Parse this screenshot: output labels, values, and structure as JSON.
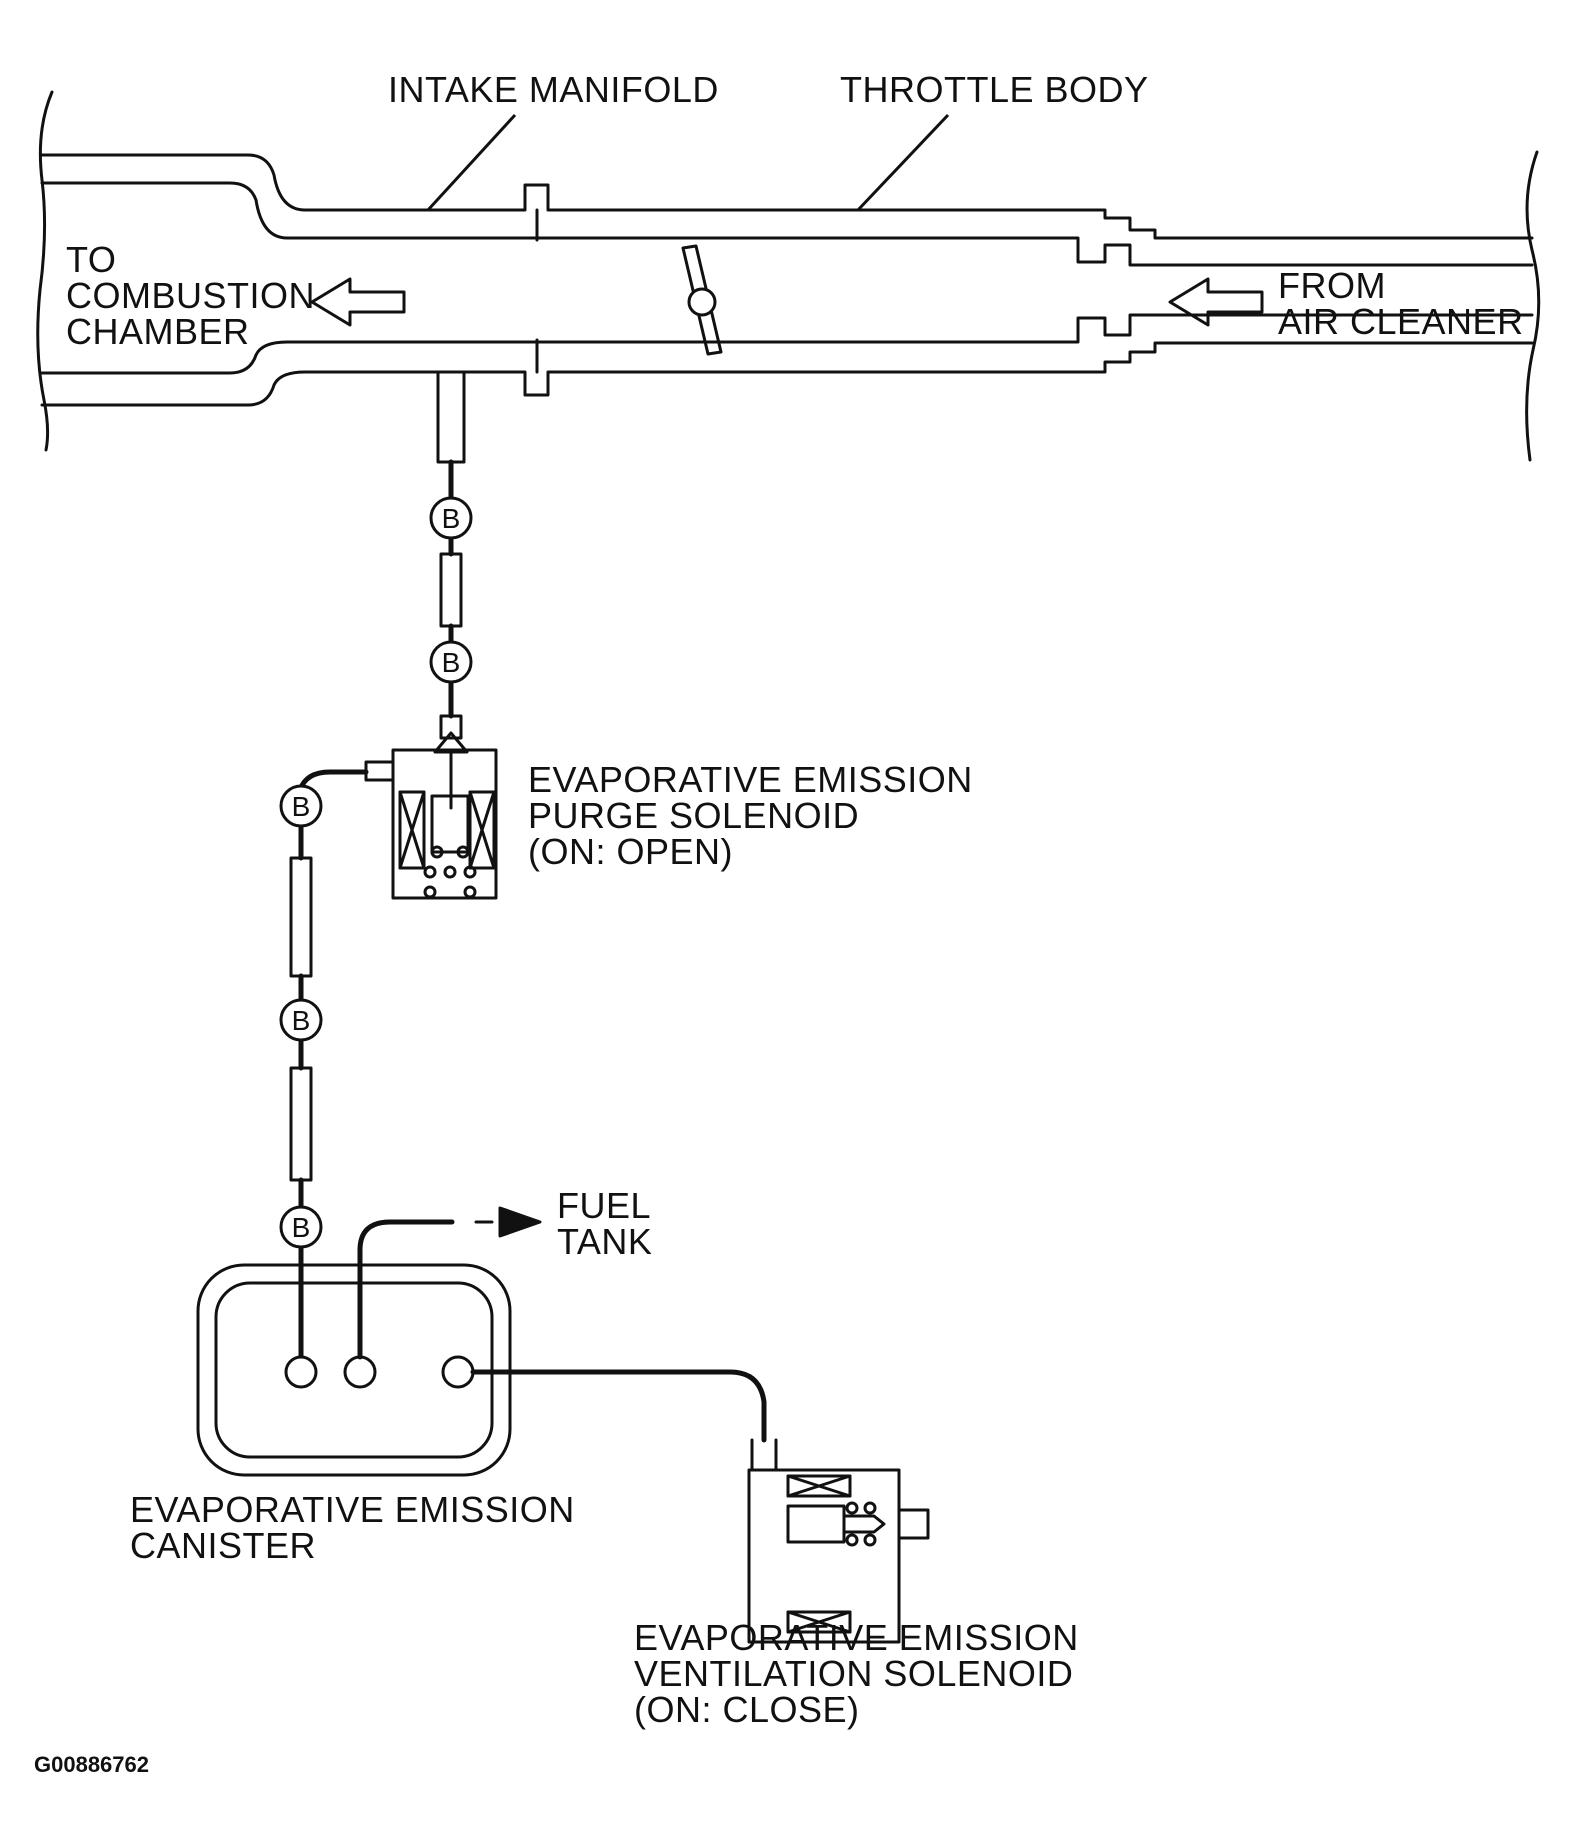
{
  "labels": {
    "intake_manifold": "INTAKE MANIFOLD",
    "throttle_body": "THROTTLE BODY",
    "to_combustion": [
      "TO",
      "COMBUSTION",
      "CHAMBER"
    ],
    "from_air_cleaner": [
      "FROM",
      "AIR CLEANER"
    ],
    "purge_solenoid": [
      "EVAPORATIVE EMISSION",
      "PURGE SOLENOID",
      "(ON: OPEN)"
    ],
    "fuel_tank": [
      "FUEL",
      "TANK"
    ],
    "canister": [
      "EVAPORATIVE EMISSION",
      "CANISTER"
    ],
    "ventilation_solenoid": [
      "EVAPORATIVE EMISSION",
      "VENTILATION SOLENOID",
      "(ON: CLOSE)"
    ]
  },
  "hose_marker": "B",
  "figure_code": "G00886762"
}
